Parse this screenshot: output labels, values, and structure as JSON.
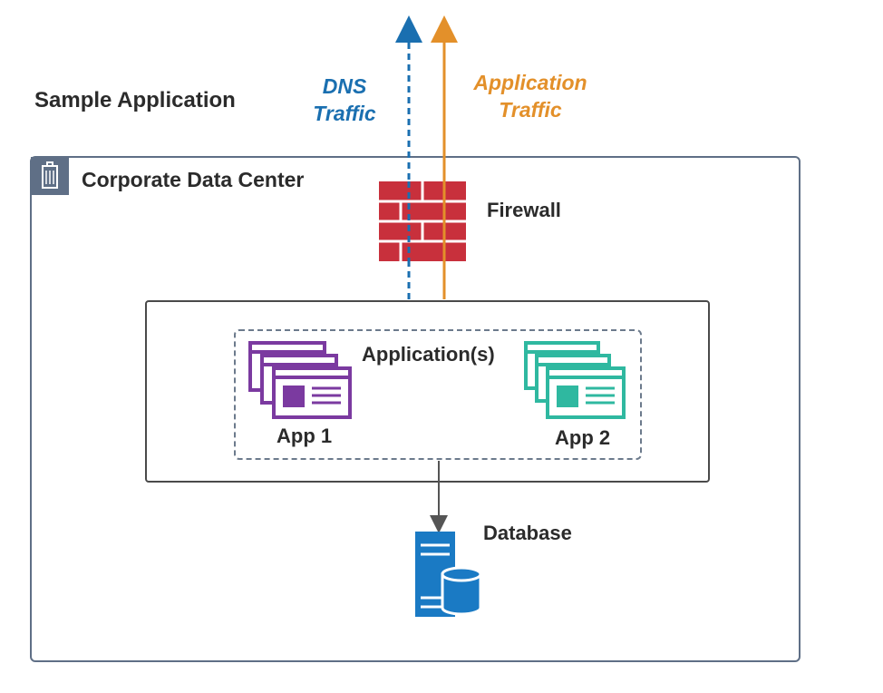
{
  "diagram": {
    "title": "Sample Application",
    "data_center_label": "Corporate Data Center",
    "dns_traffic_label": "DNS Traffic",
    "application_traffic_label": "Application Traffic",
    "firewall_label": "Firewall",
    "applications_label": "Application(s)",
    "app1_label": "App 1",
    "app2_label": "App 2",
    "database_label": "Database"
  },
  "colors": {
    "dns_blue": "#1a6fb0",
    "app_traffic_orange": "#e3902a",
    "firewall_red": "#c8303c",
    "app1_purple": "#7b3aa0",
    "app2_teal": "#2fb8a0",
    "frame_slate": "#5f6f86",
    "database_blue": "#1a7ac4"
  },
  "icons": {
    "data_center": "building-icon",
    "firewall": "brick-wall-icon",
    "app1": "stacked-windows-icon",
    "app2": "stacked-windows-icon",
    "database": "server-database-icon"
  }
}
